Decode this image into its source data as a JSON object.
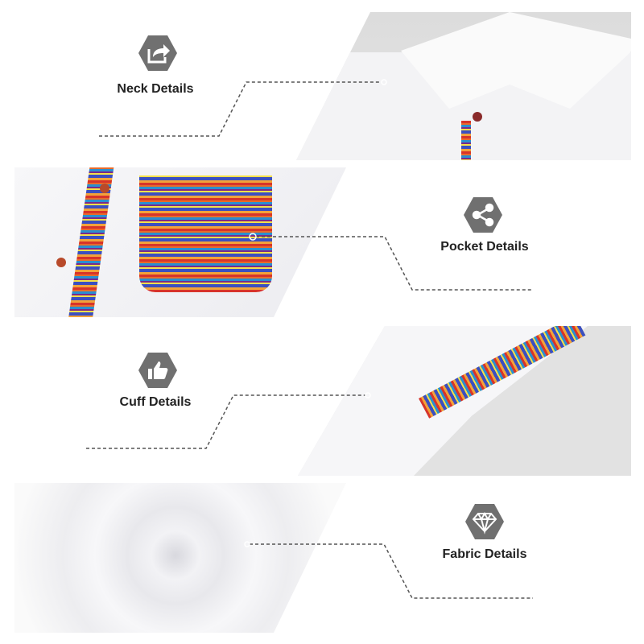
{
  "sections": [
    {
      "label": "Neck Details",
      "icon": "share-arrow-icon"
    },
    {
      "label": "Pocket Details",
      "icon": "share-nodes-icon"
    },
    {
      "label": "Cuff Details",
      "icon": "thumbs-up-icon"
    },
    {
      "label": "Fabric Details",
      "icon": "diamond-icon"
    }
  ],
  "colors": {
    "icon_bg": "#707070",
    "text": "#222222",
    "line": "#555555"
  }
}
